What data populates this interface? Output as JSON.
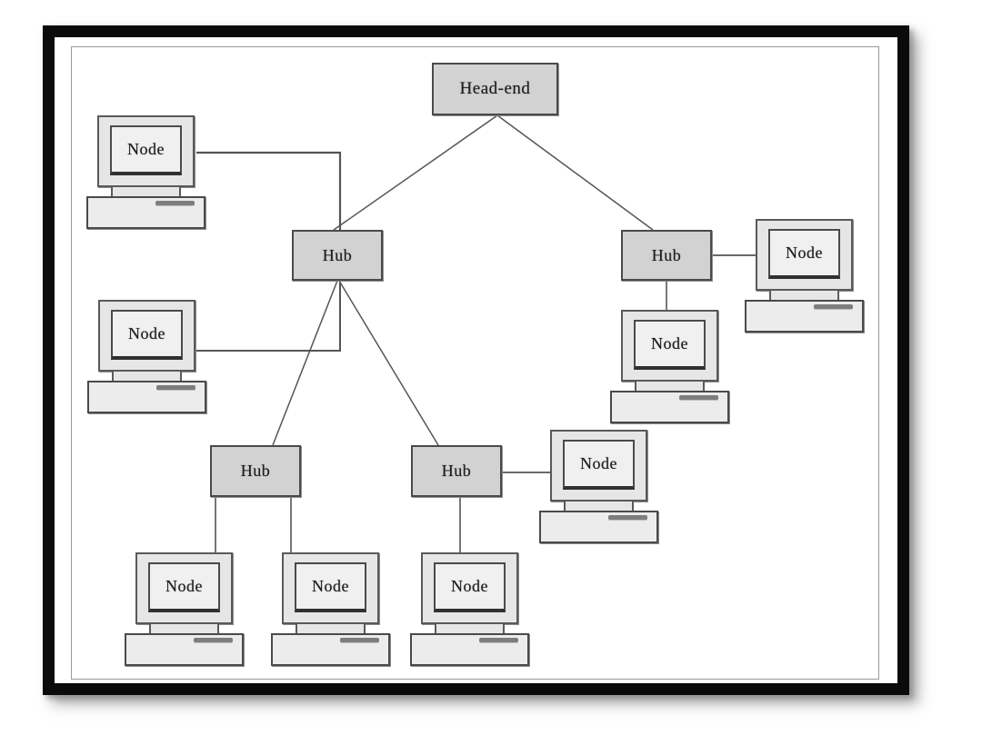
{
  "diagram": {
    "type": "network-topology-tree",
    "head_end": {
      "id": "head-end",
      "label": "Head-end"
    },
    "hubs": [
      {
        "id": "hub-left",
        "label": "Hub"
      },
      {
        "id": "hub-right",
        "label": "Hub"
      },
      {
        "id": "hub-bottom-left",
        "label": "Hub"
      },
      {
        "id": "hub-bottom-center",
        "label": "Hub"
      }
    ],
    "nodes": [
      {
        "id": "node-top-left",
        "label": "Node"
      },
      {
        "id": "node-mid-left",
        "label": "Node"
      },
      {
        "id": "node-right",
        "label": "Node"
      },
      {
        "id": "node-below-right",
        "label": "Node"
      },
      {
        "id": "node-center-right",
        "label": "Node"
      },
      {
        "id": "node-bottom-1",
        "label": "Node"
      },
      {
        "id": "node-bottom-2",
        "label": "Node"
      },
      {
        "id": "node-bottom-3",
        "label": "Node"
      }
    ],
    "edges": [
      {
        "from": "head-end",
        "to": "hub-left"
      },
      {
        "from": "head-end",
        "to": "hub-right"
      },
      {
        "from": "node-top-left",
        "to": "hub-left"
      },
      {
        "from": "node-mid-left",
        "to": "hub-left"
      },
      {
        "from": "hub-left",
        "to": "hub-bottom-left"
      },
      {
        "from": "hub-left",
        "to": "hub-bottom-center"
      },
      {
        "from": "hub-right",
        "to": "node-right"
      },
      {
        "from": "hub-right",
        "to": "node-below-right"
      },
      {
        "from": "hub-bottom-center",
        "to": "node-center-right"
      },
      {
        "from": "hub-bottom-center",
        "to": "node-bottom-3"
      },
      {
        "from": "hub-bottom-left",
        "to": "node-bottom-1"
      },
      {
        "from": "hub-bottom-left",
        "to": "node-bottom-2"
      }
    ],
    "colors": {
      "frame": "#0b0b0b",
      "inner_border": "#9a9a9a",
      "box_fill": "#d2d2d2",
      "box_border": "#4a4a4a",
      "monitor_fill": "#e6e6e6",
      "screen_fill": "#f0f0f0",
      "base_fill": "#ececec",
      "line": "#555555",
      "text": "#1c1c1c"
    }
  }
}
